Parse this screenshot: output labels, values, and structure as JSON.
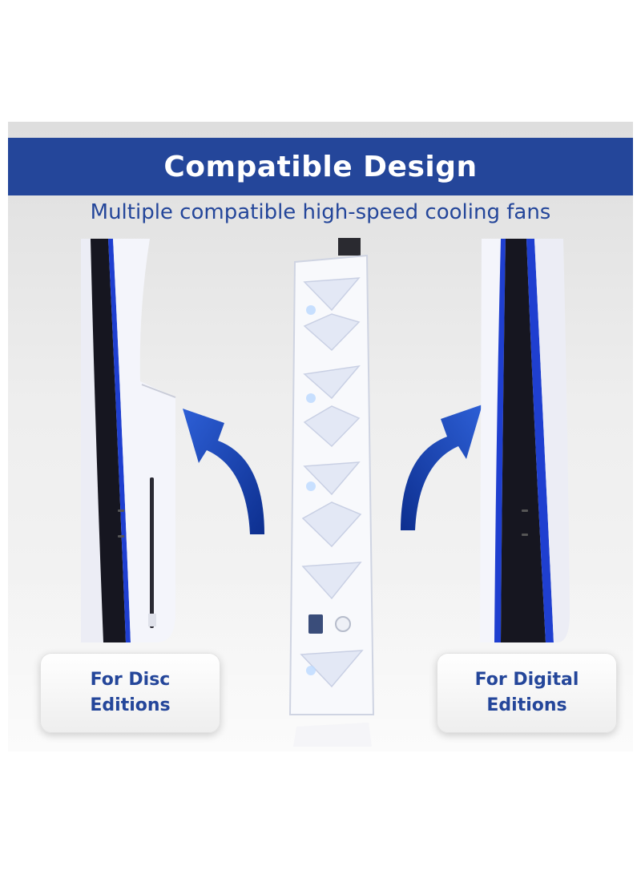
{
  "banner": {
    "title": "Compatible Design"
  },
  "subtitle": "Multiple compatible high-speed cooling fans",
  "left_label": {
    "line1": "For Disc",
    "line2": "Editions"
  },
  "right_label": {
    "line1": "For Digital",
    "line2": "Editions"
  },
  "colors": {
    "brand_blue": "#24469a",
    "console_blue": "#1f3fd0",
    "console_black": "#161620",
    "console_white": "#f4f5fb"
  },
  "icons": [
    "curved-arrow-icon",
    "usb-port-icon",
    "power-button-icon"
  ]
}
